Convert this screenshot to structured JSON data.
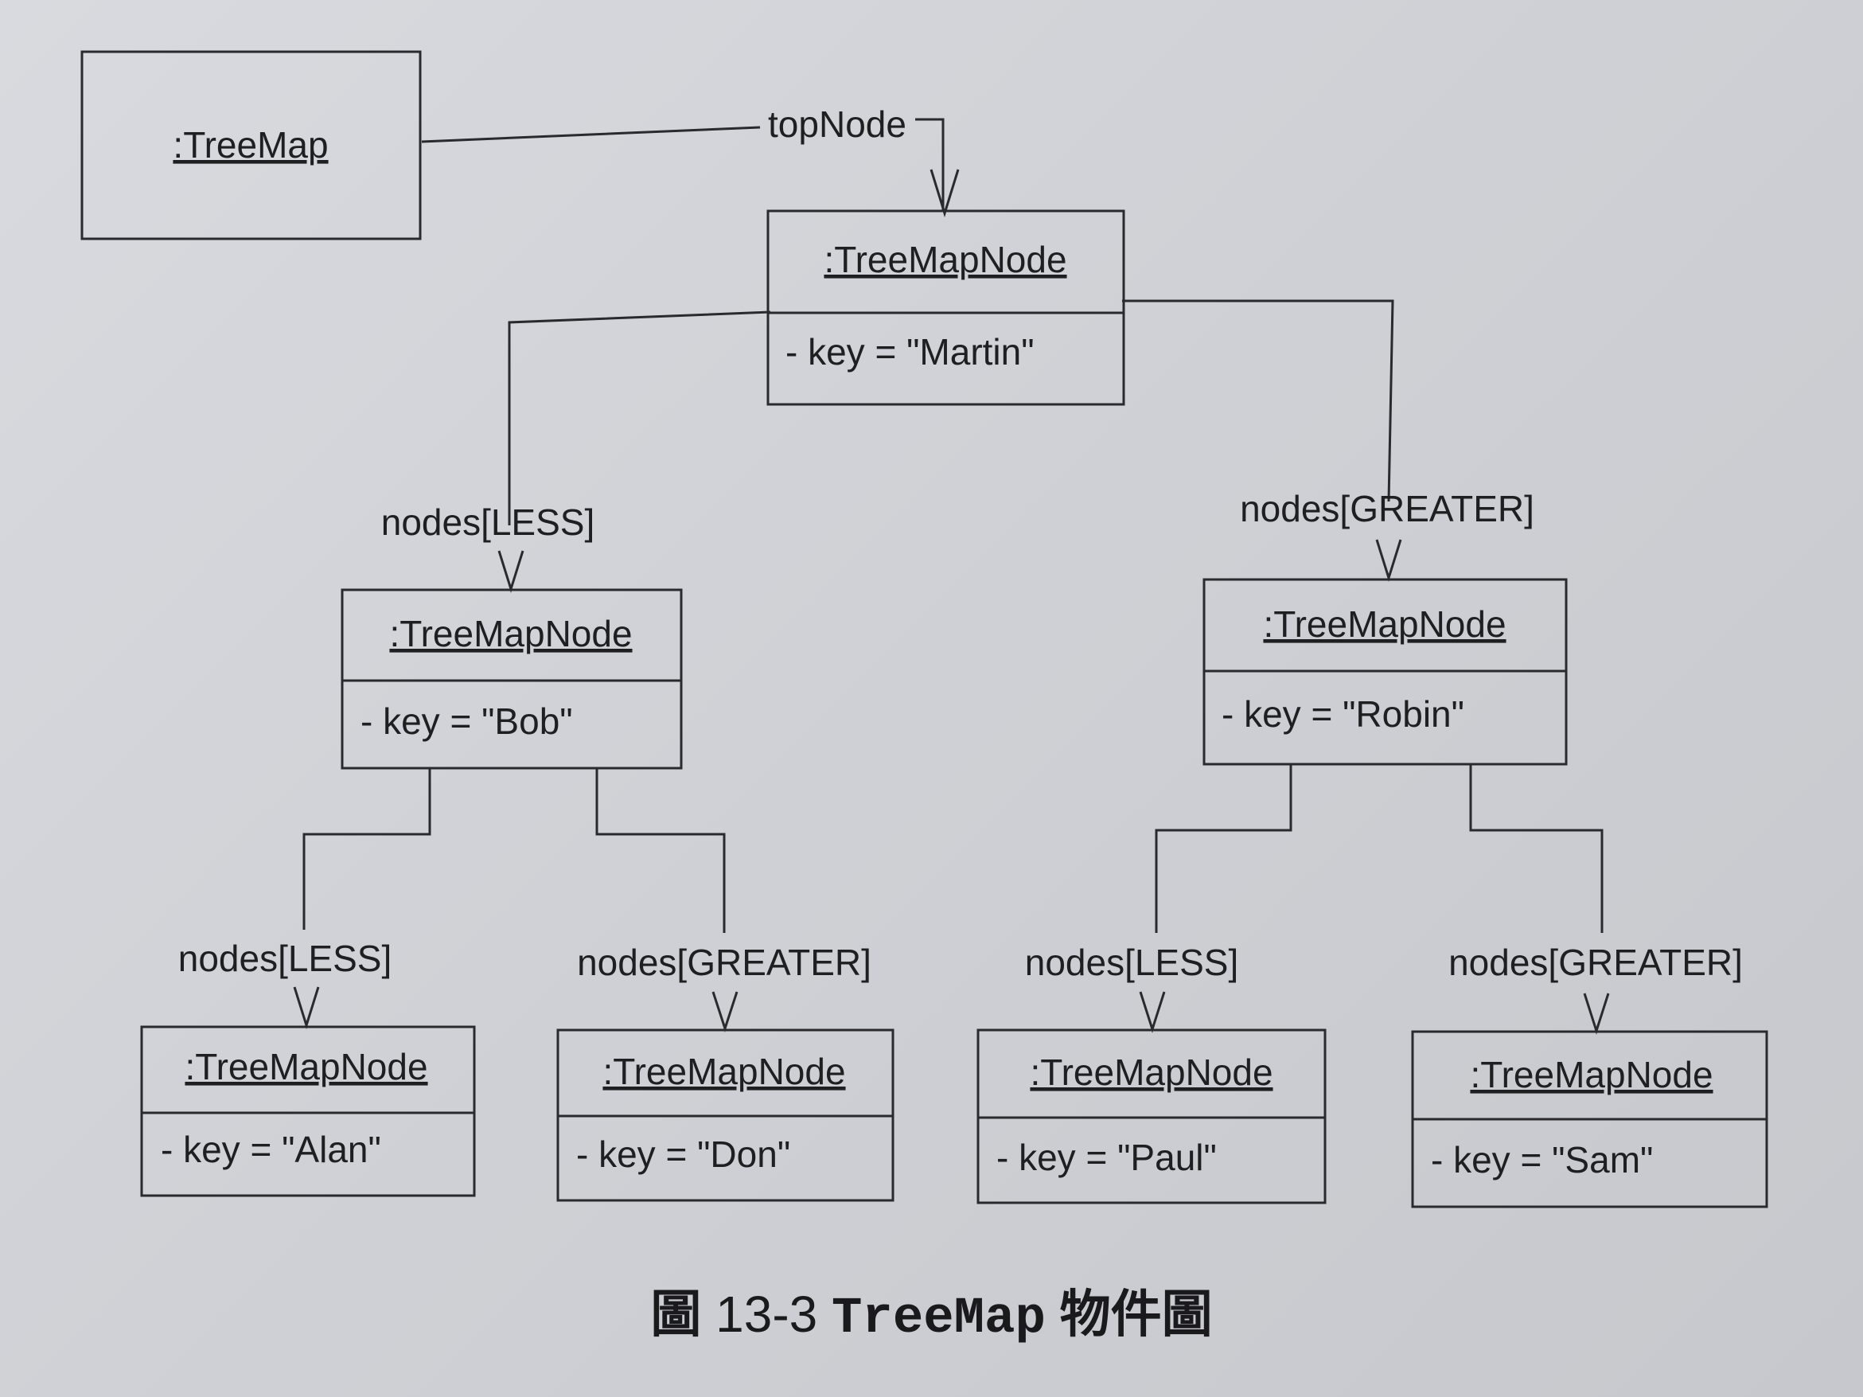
{
  "diagram": {
    "root": {
      "title": ":TreeMap"
    },
    "root_link_label": "topNode",
    "nodes": [
      {
        "id": "martin",
        "title": ":TreeMapNode",
        "attr": "- key = \"Martin\""
      },
      {
        "id": "bob",
        "title": ":TreeMapNode",
        "attr": "- key = \"Bob\"",
        "link_label": "nodes[LESS]"
      },
      {
        "id": "robin",
        "title": ":TreeMapNode",
        "attr": "- key =  \"Robin\"",
        "link_label": "nodes[GREATER]"
      },
      {
        "id": "alan",
        "title": ":TreeMapNode",
        "attr": "- key = \"Alan\"",
        "link_label": "nodes[LESS]"
      },
      {
        "id": "don",
        "title": ":TreeMapNode",
        "attr": "- key = \"Don\"",
        "link_label": "nodes[GREATER]"
      },
      {
        "id": "paul",
        "title": ":TreeMapNode",
        "attr": "- key = \"Paul\"",
        "link_label": "nodes[LESS]"
      },
      {
        "id": "sam",
        "title": ":TreeMapNode",
        "attr": "- key = \"Sam\"",
        "link_label": "nodes[GREATER]"
      }
    ]
  },
  "caption": {
    "prefix": "圖",
    "number": "13-3",
    "code": "TreeMap",
    "suffix": "物件圖"
  }
}
